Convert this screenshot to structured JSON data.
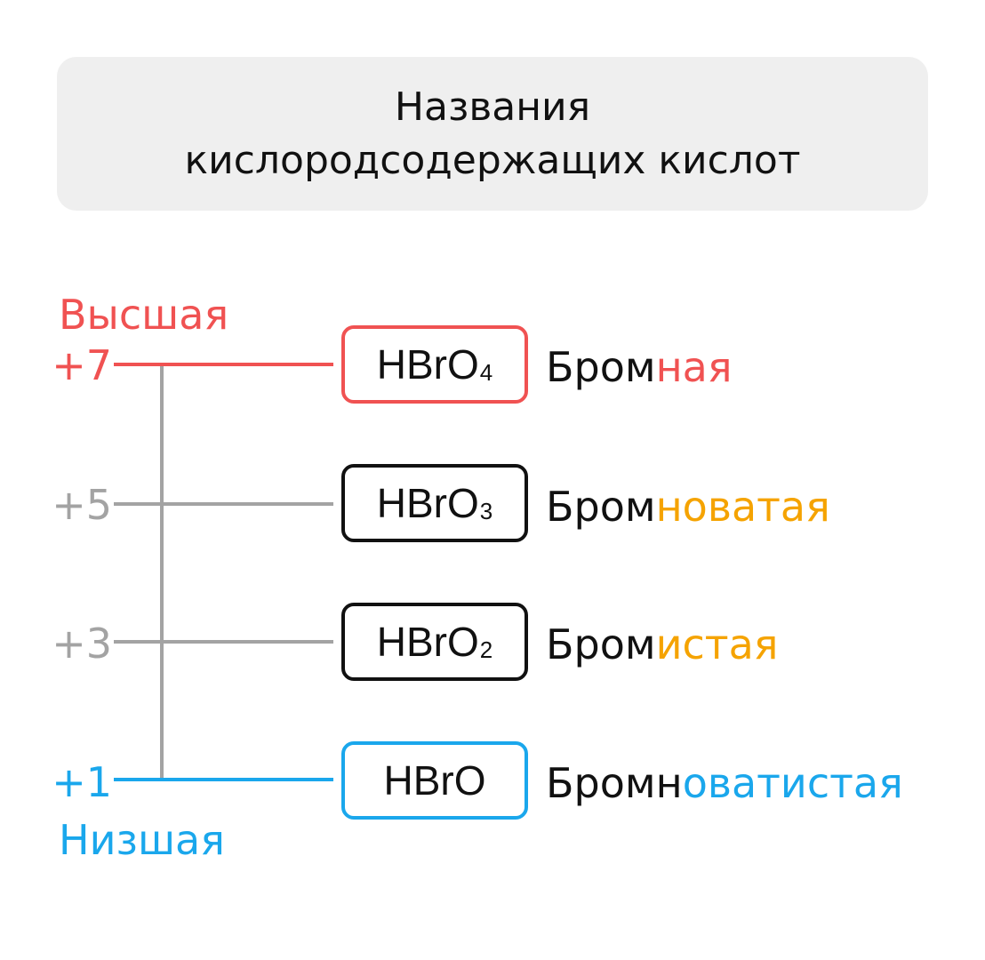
{
  "title": {
    "line1": "Названия",
    "line2": "кислородсодержащих кислот"
  },
  "highest_label": "Высшая",
  "lowest_label": "Низшая",
  "colors": {
    "red": "#f05252",
    "orange": "#f5a300",
    "blue": "#1aa7ec",
    "gray": "#a3a3a3",
    "black": "#111111"
  },
  "rows": [
    {
      "oxidation": "+7",
      "formula_base": "HBrO",
      "formula_sub": "4",
      "name_root": "Бром",
      "name_suffix": "ная"
    },
    {
      "oxidation": "+5",
      "formula_base": "HBrO",
      "formula_sub": "3",
      "name_root": "Бром",
      "name_suffix": "новатая"
    },
    {
      "oxidation": "+3",
      "formula_base": "HBrO",
      "formula_sub": "2",
      "name_root": "Бром",
      "name_suffix": "истая"
    },
    {
      "oxidation": "+1",
      "formula_base": "HBrO",
      "formula_sub": "",
      "name_root": "Бромн",
      "name_suffix": "оватистая"
    }
  ]
}
